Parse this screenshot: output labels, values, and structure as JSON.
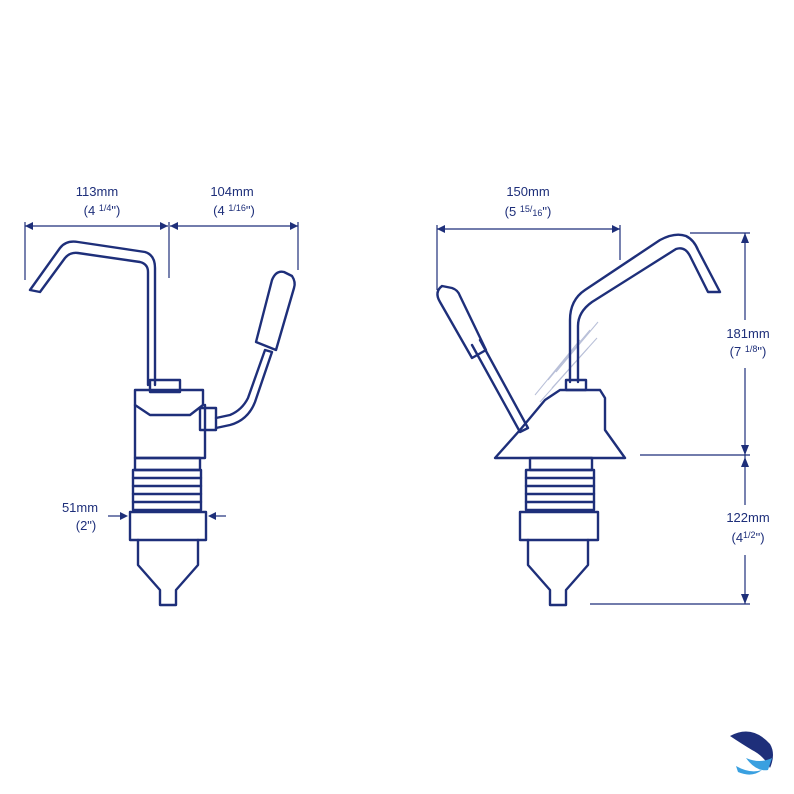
{
  "dimensions": {
    "spout_reach": {
      "metric": "113mm",
      "imperial_whole": "4",
      "imperial_fraction": "1/4",
      "imperial_inch": "\""
    },
    "handle_reach": {
      "metric": "104mm",
      "imperial_whole": "4",
      "imperial_fraction": "1/16",
      "imperial_inch": "\""
    },
    "base_diameter": {
      "metric": "51mm",
      "imperial_whole": "2",
      "imperial_inch": "\""
    },
    "side_reach": {
      "metric": "150mm",
      "imperial_whole": "5",
      "imperial_num": "15",
      "imperial_den": "16",
      "imperial_inch": "\""
    },
    "upper_height": {
      "metric": "181mm",
      "imperial_whole": "7",
      "imperial_fraction": "1/8",
      "imperial_inch": "\""
    },
    "lower_height": {
      "metric": "122mm",
      "imperial_whole": "4",
      "imperial_fraction": "1/2",
      "imperial_inch": "\""
    }
  },
  "colors": {
    "line": "#1e2f7a",
    "logo_dark": "#1e2f7a",
    "logo_light": "#3aa0e0"
  },
  "logo": {
    "icon": "bird-swoosh-icon"
  }
}
